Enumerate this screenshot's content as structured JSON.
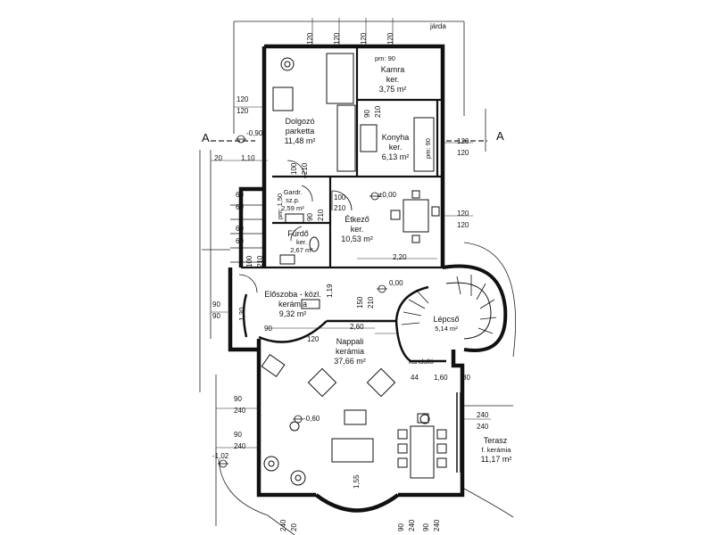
{
  "street_label": "járda",
  "section_marks": [
    "A",
    "A"
  ],
  "rooms": {
    "kamra": {
      "name": "Kamra",
      "floor": "ker.",
      "area": "3,75 m²"
    },
    "dolgozo": {
      "name": "Dolgozó",
      "floor": "parketta",
      "area": "11,48 m²"
    },
    "konyha": {
      "name": "Konyha",
      "floor": "ker.",
      "area": "6,13 m²"
    },
    "gardrob": {
      "name": "Gardr.",
      "floor": "sz.p.",
      "area": "2,59 m²"
    },
    "furdo": {
      "name": "Fürdő",
      "floor": "ker.",
      "area": "2,67 m²"
    },
    "etkezo": {
      "name": "Étkező",
      "floor": "ker.",
      "area": "10,53 m²"
    },
    "eloszoba": {
      "name": "Előszoba - közl.",
      "floor": "kerámia",
      "area": "9,32 m²"
    },
    "lepcso": {
      "name": "Lépcső",
      "area": "5,14 m²"
    },
    "nappali": {
      "name": "Nappali",
      "floor": "kerámia",
      "area": "37,66 m²"
    },
    "terasz": {
      "name": "Terasz",
      "floor": "f. kerámia",
      "area": "11,17 m²"
    }
  },
  "features": {
    "fireplace": "kandalló",
    "pm_top": "pm: 90",
    "pm_konyha": "pm: 90",
    "pm_gardrob": "pm: 1,50"
  },
  "levels": {
    "etkezo": "±0,00",
    "eloszoba": "0,00",
    "top_left": "-0,90",
    "nappali": "-0,60",
    "left": "-1,02"
  },
  "dimensions": {
    "top_120_a": "120",
    "top_120_b": "120",
    "top_120_c": "120",
    "top_120_d": "120",
    "left_120_a": "120",
    "left_120_b": "120",
    "right_120_a": "120",
    "right_120_b": "120",
    "right_120_c": "120",
    "right_120_d": "120",
    "d_90_kamra": "90",
    "d_210_kamra": "210",
    "d_100_dolg": "100",
    "d_210_dolg": "210",
    "d_100_etk": "100",
    "d_210_etk": "210",
    "d_90_gard": "90",
    "d_210_gard": "210",
    "d_100_fur": "100",
    "d_210_fur": "210",
    "d_150": "150",
    "d_210_mid": "210",
    "d_119": "1,19",
    "d_130": "1,30",
    "d_260": "2,60",
    "d_220": "2,20",
    "d_110": "1,10",
    "d_20": "20",
    "d_90_a": "90",
    "d_90_b": "90",
    "d_90_c": "90",
    "d_120_ent": "120",
    "d_60_a": "60",
    "d_60_b": "60",
    "d_60_c": "60",
    "d_60_d": "60",
    "d_90_left1": "90",
    "d_240_left1": "240",
    "d_90_left2": "90",
    "d_240_left2": "240",
    "d_44": "44",
    "d_160": "1,60",
    "d_30": "30",
    "d_240_ter_a": "240",
    "d_240_ter_b": "240",
    "d_155": "1,55",
    "b_240_a": "240",
    "b_20": "20",
    "b_90_a": "90",
    "b_240_b": "240",
    "b_90_b": "90",
    "b_240_c": "240"
  }
}
